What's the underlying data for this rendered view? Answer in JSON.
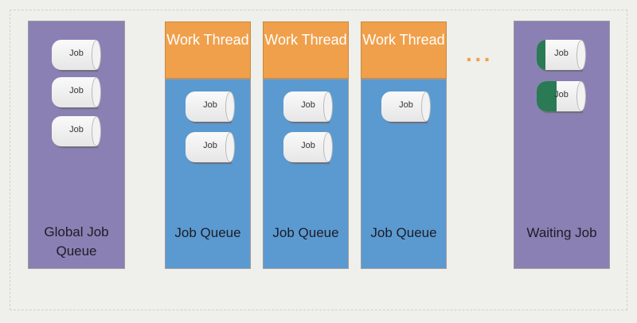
{
  "global_queue": {
    "label": "Global Job Queue",
    "jobs": [
      "Job",
      "Job",
      "Job"
    ]
  },
  "threads": [
    {
      "header": "Work Thread",
      "queue_label": "Job Queue",
      "jobs": [
        "Job",
        "Job"
      ]
    },
    {
      "header": "Work Thread",
      "queue_label": "Job Queue",
      "jobs": [
        "Job",
        "Job"
      ]
    },
    {
      "header": "Work Thread",
      "queue_label": "Job Queue",
      "jobs": [
        "Job"
      ]
    }
  ],
  "ellipsis": "···",
  "waiting": {
    "label": "Waiting Job",
    "jobs": [
      {
        "label": "Job",
        "progress": 0.2
      },
      {
        "label": "Job",
        "progress": 0.45
      }
    ]
  },
  "colors": {
    "purple": "#8b80b3",
    "orange": "#f0a04b",
    "blue": "#5b9ad0",
    "green": "#2a7a55"
  }
}
